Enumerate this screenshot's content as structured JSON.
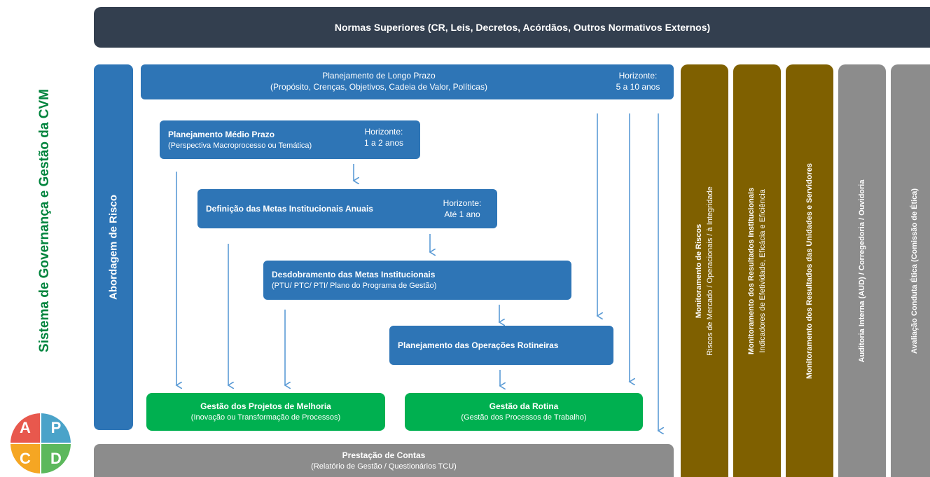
{
  "side_title": "Sistema de Governança e Gestão da CVM",
  "logo": {
    "letters": [
      "A",
      "P",
      "C",
      "D"
    ],
    "colors": [
      "#e8584d",
      "#4aa3c9",
      "#f5a623",
      "#5cb85c"
    ]
  },
  "top_banner": "Normas Superiores (CR, Leis, Decretos, Acórdãos, Outros Normativos Externos)",
  "risk_column": "Abordagem de Risco",
  "long_term": {
    "title": "Planejamento de Longo Prazo",
    "subtitle": "(Propósito, Crenças, Objetivos, Cadeia de Valor, Políticas)",
    "horizon_label": "Horizonte:",
    "horizon_value": "5 a 10 anos"
  },
  "mid_term": {
    "title": "Planejamento Médio Prazo",
    "subtitle": "(Perspectiva Macroprocesso ou Temática)",
    "horizon_label": "Horizonte:",
    "horizon_value": "1 a 2 anos"
  },
  "annual_goals": {
    "title": "Definição das Metas Institucionais Anuais",
    "horizon_label": "Horizonte:",
    "horizon_value": "Até 1 ano"
  },
  "goal_breakdown": {
    "title": "Desdobramento das Metas Institucionais",
    "subtitle": "(PTU/ PTC/ PTI/ Plano do Programa de Gestão)"
  },
  "routine_planning": {
    "title": "Planejamento das Operações Rotineiras"
  },
  "improvement_projects": {
    "title": "Gestão dos Projetos de Melhoria",
    "subtitle": "(Inovação ou Transformação de Processos)"
  },
  "routine_management": {
    "title": "Gestão da Rotina",
    "subtitle": "(Gestão dos Processos de Trabalho)"
  },
  "accountability": {
    "title": "Prestação de Contas",
    "subtitle": "(Relatório de Gestão / Questionários TCU)"
  },
  "monitor_columns": [
    {
      "title": "Monitoramento de Riscos",
      "subtitle": "Riscos de Mercado / Operacionais / à Integridade"
    },
    {
      "title": "Monitoramento dos Resultados Institucionais",
      "subtitle": "Indicadores de Efetividade, Eficácia e Eficiência"
    },
    {
      "title": "Monitoramento dos Resultados das Unidades e Servidores",
      "subtitle": ""
    },
    {
      "title": "Auditoria Interna (AUD) / Corregedoria / Ouvidoria",
      "subtitle": ""
    },
    {
      "title": "Avaliação Conduta Ética (Comissão de Ética)",
      "subtitle": ""
    }
  ],
  "colors": {
    "dark_banner": "#333f4f",
    "blue": "#2e75b6",
    "green": "#00b050",
    "olive": "#7f6000",
    "gray": "#8c8c8c",
    "arrow": "#5b9bd5",
    "side_title": "#00843d"
  }
}
